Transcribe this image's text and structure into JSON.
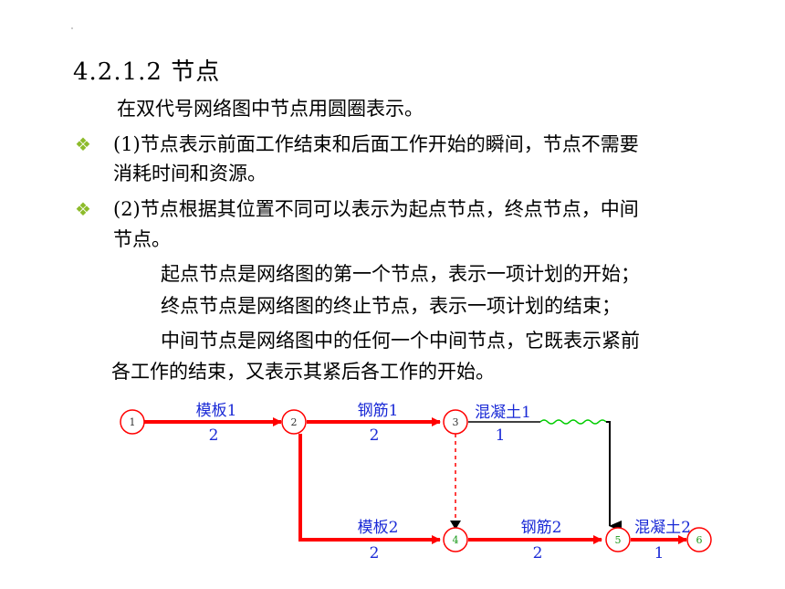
{
  "heading": "4.2.1.2 节点",
  "paragraphs": {
    "intro": "在双代号网络图中节点用圆圈表示。",
    "p1_line1": "(1)节点表示前面工作结束和后面工作开始的瞬间，节点不需要",
    "p1_line2": "消耗时间和资源。",
    "p2_line1": "(2)节点根据其位置不同可以表示为起点节点，终点节点，中间",
    "p2_line2": "节点。",
    "start_node": "起点节点是网络图的第一个节点，表示一项计划的开始；",
    "end_node": "终点节点是网络图的终止节点，表示一项计划的结束；",
    "middle_line1": "中间节点是网络图中的任何一个中间节点，它既表示紧前",
    "middle_line2": "各工作的结束，又表示其紧后各工作的开始。"
  },
  "bullet_glyph": "❖",
  "colors": {
    "bullet": "#8dbb2b",
    "arrow": "#ff0000",
    "label": "#1a2ad6",
    "wave": "#00cc00"
  },
  "diagram": {
    "nodes": [
      "1",
      "2",
      "3",
      "4",
      "5",
      "6"
    ],
    "activities": {
      "a12": {
        "name": "模板1",
        "duration": "2"
      },
      "a23": {
        "name": "钢筋1",
        "duration": "2"
      },
      "a3w": {
        "name": "混凝土1",
        "duration": "1"
      },
      "a24": {
        "name": "模板2",
        "duration": "2"
      },
      "a45": {
        "name": "钢筋2",
        "duration": "2"
      },
      "a56": {
        "name": "混凝土2",
        "duration": "1"
      }
    }
  }
}
